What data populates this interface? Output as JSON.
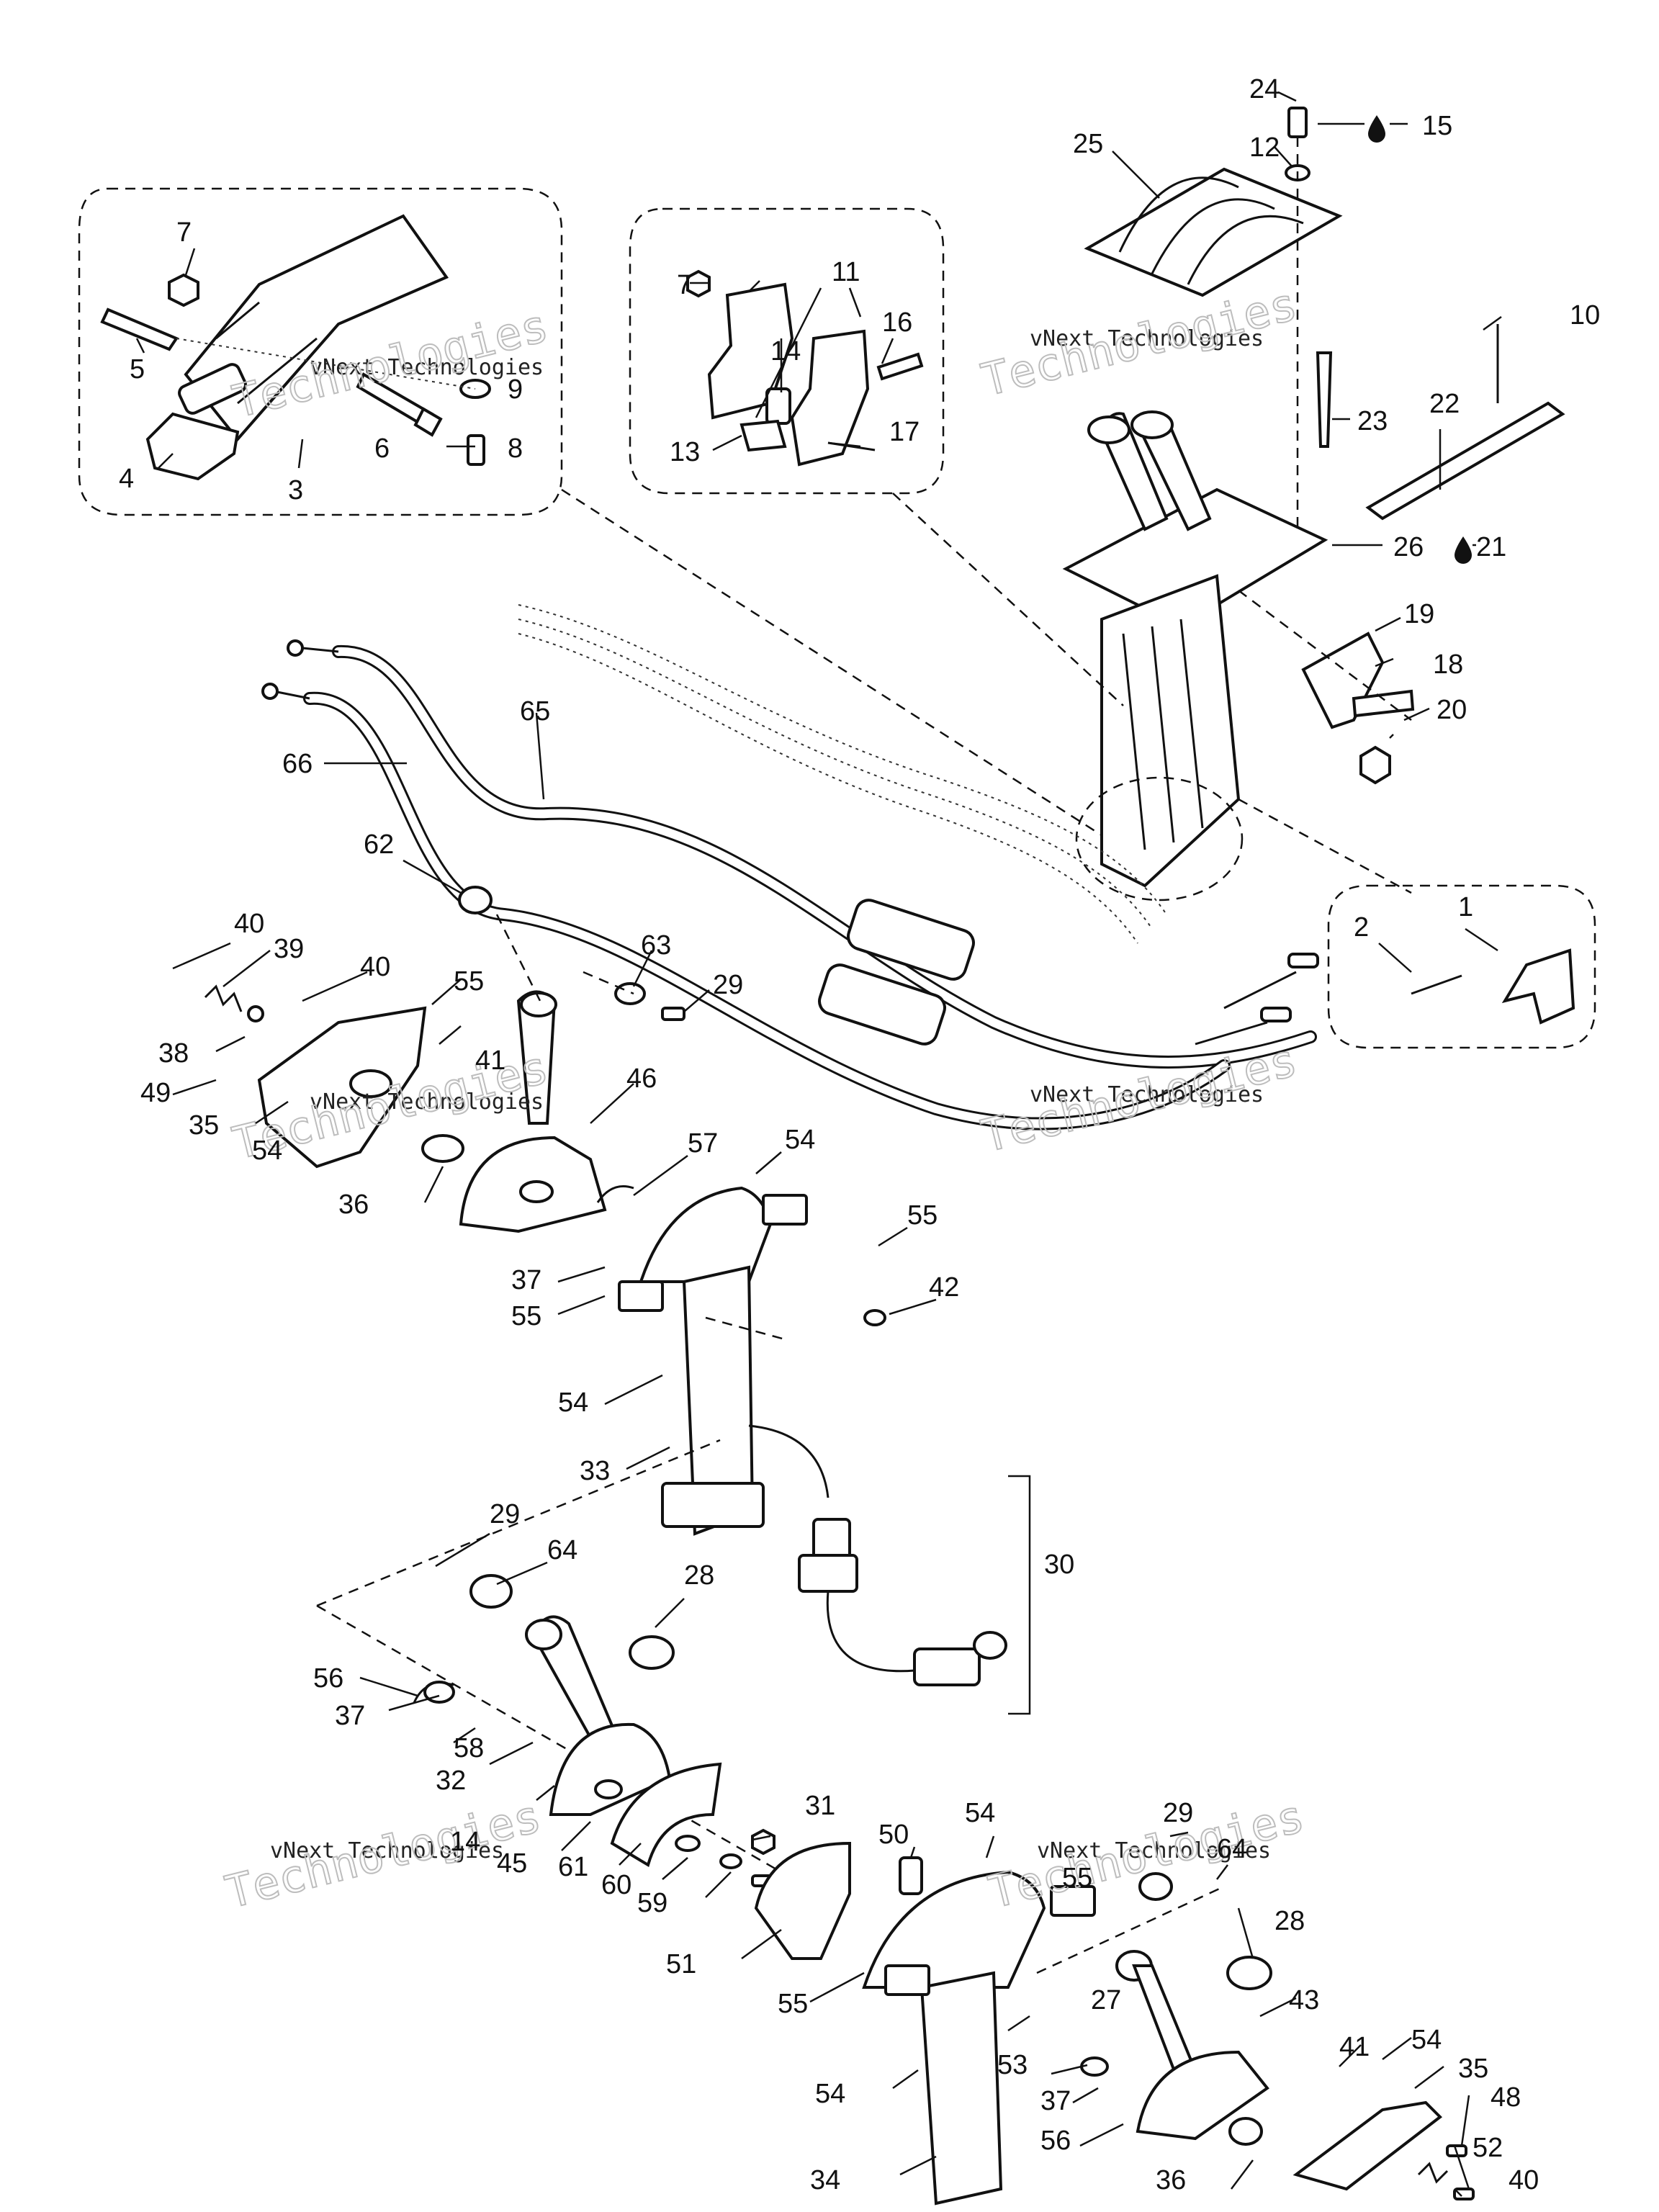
{
  "watermark": {
    "line1": "vNext Technologies",
    "line2": "Technologies"
  },
  "callouts": {
    "c1": "1",
    "c2": "2",
    "c3": "3",
    "c4": "4",
    "c5": "5",
    "c6": "6",
    "c7a": "7",
    "c7b": "7",
    "c8": "8",
    "c9": "9",
    "c10": "10",
    "c11": "11",
    "c12": "12",
    "c13": "13",
    "c14a": "14",
    "c14b": "14",
    "c15": "15",
    "c16": "16",
    "c17": "17",
    "c18": "18",
    "c19": "19",
    "c20": "20",
    "c21": "21",
    "c22": "22",
    "c23": "23",
    "c24": "24",
    "c25": "25",
    "c26": "26",
    "c27": "27",
    "c28a": "28",
    "c28b": "28",
    "c29a": "29",
    "c29b": "29",
    "c29c": "29",
    "c30": "30",
    "c31": "31",
    "c32": "32",
    "c33": "33",
    "c34": "34",
    "c35a": "35",
    "c35b": "35",
    "c36a": "36",
    "c36b": "36",
    "c37a": "37",
    "c37b": "37",
    "c37c": "37",
    "c38": "38",
    "c39": "39",
    "c40a": "40",
    "c40b": "40",
    "c40c": "40",
    "c41a": "41",
    "c41b": "41",
    "c42": "42",
    "c43": "43",
    "c45": "45",
    "c46": "46",
    "c48": "48",
    "c49": "49",
    "c50": "50",
    "c51": "51",
    "c52": "52",
    "c53": "53",
    "c54a": "54",
    "c54b": "54",
    "c54c": "54",
    "c54d": "54",
    "c54e": "54",
    "c54f": "54",
    "c55a": "55",
    "c55b": "55",
    "c55c": "55",
    "c55d": "55",
    "c55e": "55",
    "c56a": "56",
    "c56b": "56",
    "c57": "57",
    "c58": "58",
    "c59": "59",
    "c60": "60",
    "c61": "61",
    "c62": "62",
    "c63": "63",
    "c64a": "64",
    "c64b": "64",
    "c65": "65",
    "c66": "66"
  }
}
